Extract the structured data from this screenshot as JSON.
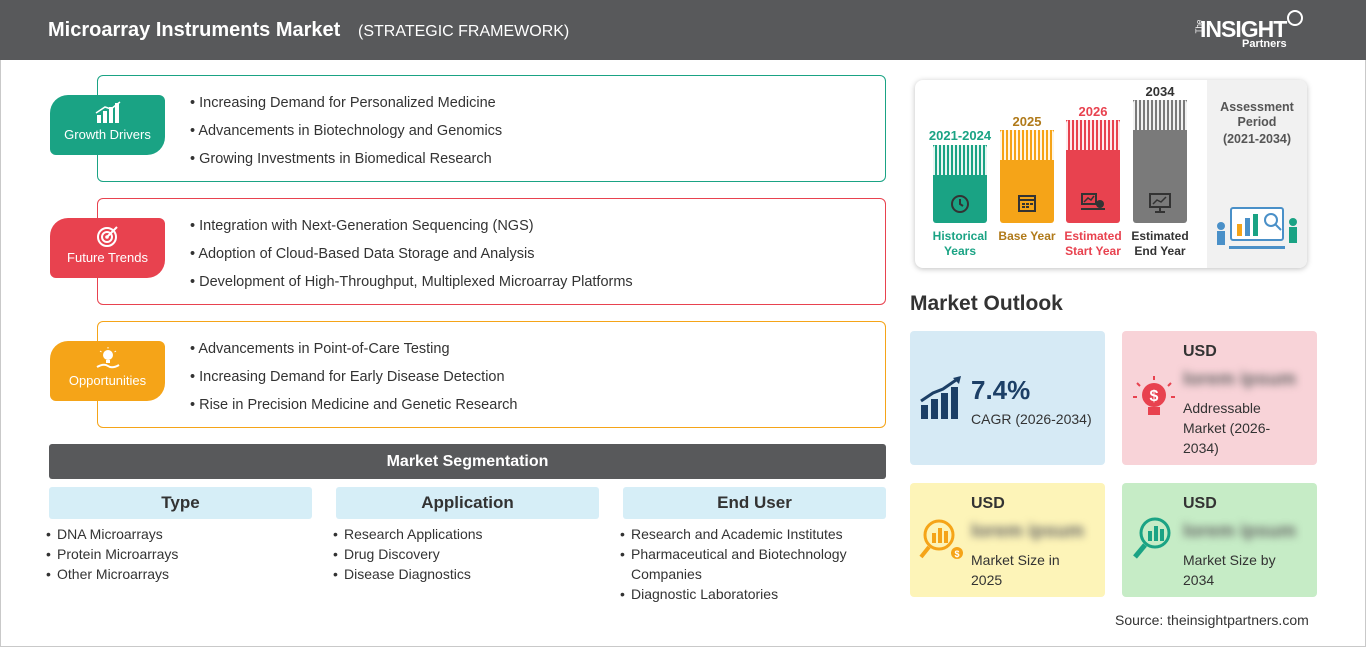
{
  "header": {
    "title": "Microarray Instruments Market",
    "subtitle": "(STRATEGIC FRAMEWORK)",
    "logo_the": "The",
    "logo_insight": "INSIGHT",
    "logo_partners": "Partners"
  },
  "framework": [
    {
      "label": "Growth Drivers",
      "color": "#1aa384",
      "icon": "bar-chart-up-icon",
      "items": [
        "Increasing Demand for Personalized Medicine",
        "Advancements in Biotechnology and Genomics",
        "Growing Investments in Biomedical Research"
      ]
    },
    {
      "label": "Future Trends",
      "color": "#e8424f",
      "icon": "target-icon",
      "items": [
        "Integration with Next-Generation Sequencing (NGS)",
        "Adoption of Cloud-Based Data Storage and Analysis",
        "Development of High-Throughput, Multiplexed Microarray Platforms"
      ]
    },
    {
      "label": "Opportunities",
      "color": "#f5a418",
      "icon": "lightbulb-hand-icon",
      "items": [
        "Advancements in Point-of-Care Testing",
        "Increasing Demand for Early Disease Detection",
        "Rise in Precision Medicine and Genetic Research"
      ]
    }
  ],
  "segmentation": {
    "title": "Market Segmentation",
    "columns": [
      {
        "heading": "Type",
        "items": [
          "DNA Microarrays",
          "Protein Microarrays",
          "Other Microarrays"
        ]
      },
      {
        "heading": "Application",
        "items": [
          "Research Applications",
          "Drug Discovery",
          "Disease Diagnostics"
        ]
      },
      {
        "heading": "End User",
        "items": [
          "Research and Academic Institutes",
          "Pharmaceutical and Biotechnology Companies",
          "Diagnostic Laboratories"
        ]
      }
    ]
  },
  "assessment": {
    "label": "Assessment Period",
    "period": "(2021-2034)",
    "bars": [
      {
        "year": "2021-2024",
        "label": "Historical Years",
        "color": "#1aa384",
        "icon": "history-icon"
      },
      {
        "year": "2025",
        "label": "Base Year",
        "color": "#f5a418",
        "icon": "calendar-icon"
      },
      {
        "year": "2026",
        "label": "Estimated Start Year",
        "color": "#e8424f",
        "icon": "growth-screen-icon"
      },
      {
        "year": "2034",
        "label": "Estimated End Year",
        "color": "#7a7a7a",
        "icon": "monitor-chart-icon"
      }
    ]
  },
  "outlook": {
    "title": "Market Outlook",
    "cards": [
      {
        "kind": "cagr",
        "value": "7.4%",
        "desc": "CAGR (2026-2034)",
        "color": "#d6eaf5",
        "icon": "growth-bars-icon"
      },
      {
        "kind": "usd",
        "usd": "USD",
        "blur": "lorem ipsum",
        "desc": "Addressable Market (2026-2034)",
        "color": "#f8d3d8",
        "icon": "lightbulb-dollar-icon"
      },
      {
        "kind": "usd",
        "usd": "USD",
        "blur": "lorem ipsum",
        "desc": "Market Size in 2025",
        "color": "#fdf4b8",
        "icon": "magnifier-coins-icon"
      },
      {
        "kind": "usd",
        "usd": "USD",
        "blur": "lorem ipsum",
        "desc": "Market Size by 2034",
        "color": "#c6ecc6",
        "icon": "magnifier-chart-icon"
      }
    ]
  },
  "source": "Source: theinsightpartners.com"
}
